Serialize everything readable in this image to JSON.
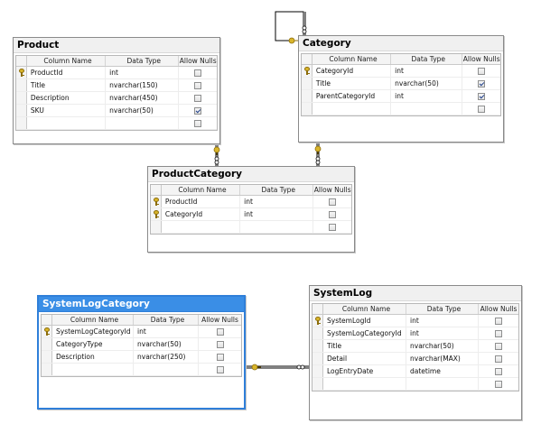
{
  "tables": [
    {
      "id": "product",
      "title": "Product",
      "selected": false,
      "headers": {
        "name": "Column Name",
        "type": "Data Type",
        "nulls": "Allow Nulls"
      },
      "rows": [
        {
          "name": "ProductId",
          "type": "int",
          "nulls": false,
          "pk": true
        },
        {
          "name": "Title",
          "type": "nvarchar(150)",
          "nulls": false,
          "pk": false
        },
        {
          "name": "Description",
          "type": "nvarchar(450)",
          "nulls": false,
          "pk": false
        },
        {
          "name": "SKU",
          "type": "nvarchar(50)",
          "nulls": true,
          "pk": false
        },
        {
          "name": "",
          "type": "",
          "nulls": false,
          "pk": false
        }
      ]
    },
    {
      "id": "category",
      "title": "Category",
      "selected": false,
      "headers": {
        "name": "Column Name",
        "type": "Data Type",
        "nulls": "Allow Nulls"
      },
      "rows": [
        {
          "name": "CategoryId",
          "type": "int",
          "nulls": false,
          "pk": true
        },
        {
          "name": "Title",
          "type": "nvarchar(50)",
          "nulls": true,
          "pk": false
        },
        {
          "name": "ParentCategoryId",
          "type": "int",
          "nulls": true,
          "pk": false
        },
        {
          "name": "",
          "type": "",
          "nulls": false,
          "pk": false
        }
      ]
    },
    {
      "id": "productcategory",
      "title": "ProductCategory",
      "selected": false,
      "headers": {
        "name": "Column Name",
        "type": "Data Type",
        "nulls": "Allow Nulls"
      },
      "rows": [
        {
          "name": "ProductId",
          "type": "int",
          "nulls": false,
          "pk": true
        },
        {
          "name": "CategoryId",
          "type": "int",
          "nulls": false,
          "pk": true
        },
        {
          "name": "",
          "type": "",
          "nulls": false,
          "pk": false
        }
      ]
    },
    {
      "id": "systemlogcategory",
      "title": "SystemLogCategory",
      "selected": true,
      "headers": {
        "name": "Column Name",
        "type": "Data Type",
        "nulls": "Allow Nulls"
      },
      "rows": [
        {
          "name": "SystemLogCategoryId",
          "type": "int",
          "nulls": false,
          "pk": true
        },
        {
          "name": "CategoryType",
          "type": "nvarchar(50)",
          "nulls": false,
          "pk": false
        },
        {
          "name": "Description",
          "type": "nvarchar(250)",
          "nulls": false,
          "pk": false
        },
        {
          "name": "",
          "type": "",
          "nulls": false,
          "pk": false
        }
      ]
    },
    {
      "id": "systemlog",
      "title": "SystemLog",
      "selected": false,
      "headers": {
        "name": "Column Name",
        "type": "Data Type",
        "nulls": "Allow Nulls"
      },
      "rows": [
        {
          "name": "SystemLogId",
          "type": "int",
          "nulls": false,
          "pk": true
        },
        {
          "name": "SystemLogCategoryId",
          "type": "int",
          "nulls": false,
          "pk": false
        },
        {
          "name": "Title",
          "type": "nvarchar(50)",
          "nulls": false,
          "pk": false
        },
        {
          "name": "Detail",
          "type": "nvarchar(MAX)",
          "nulls": false,
          "pk": false
        },
        {
          "name": "LogEntryDate",
          "type": "datetime",
          "nulls": false,
          "pk": false
        },
        {
          "name": "",
          "type": "",
          "nulls": false,
          "pk": false
        }
      ]
    }
  ],
  "colors": {
    "selected_border": "#2f7fd9",
    "selected_title": "#3a8ee6",
    "key_gold": "#d9b52b",
    "relation_line": "#000000"
  }
}
